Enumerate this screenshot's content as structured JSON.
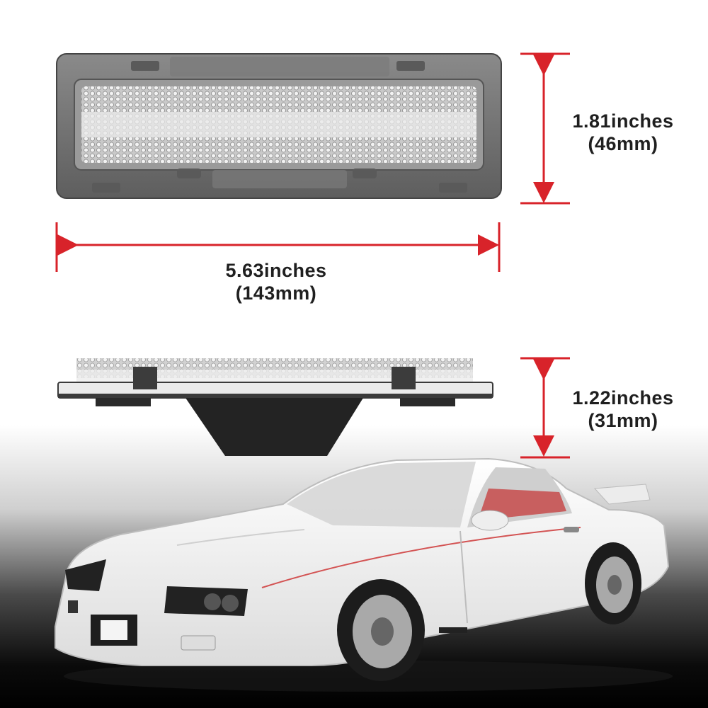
{
  "dimensions": {
    "height": {
      "inches": "1.81inches",
      "mm": "(46mm)"
    },
    "width": {
      "inches": "5.63inches",
      "mm": "(143mm)"
    },
    "depth": {
      "inches": "1.22inches",
      "mm": "(31mm)"
    }
  },
  "colors": {
    "arrow": "#d8232a",
    "housing": "#6b6b6b",
    "car_body": "#f4f4f4"
  }
}
